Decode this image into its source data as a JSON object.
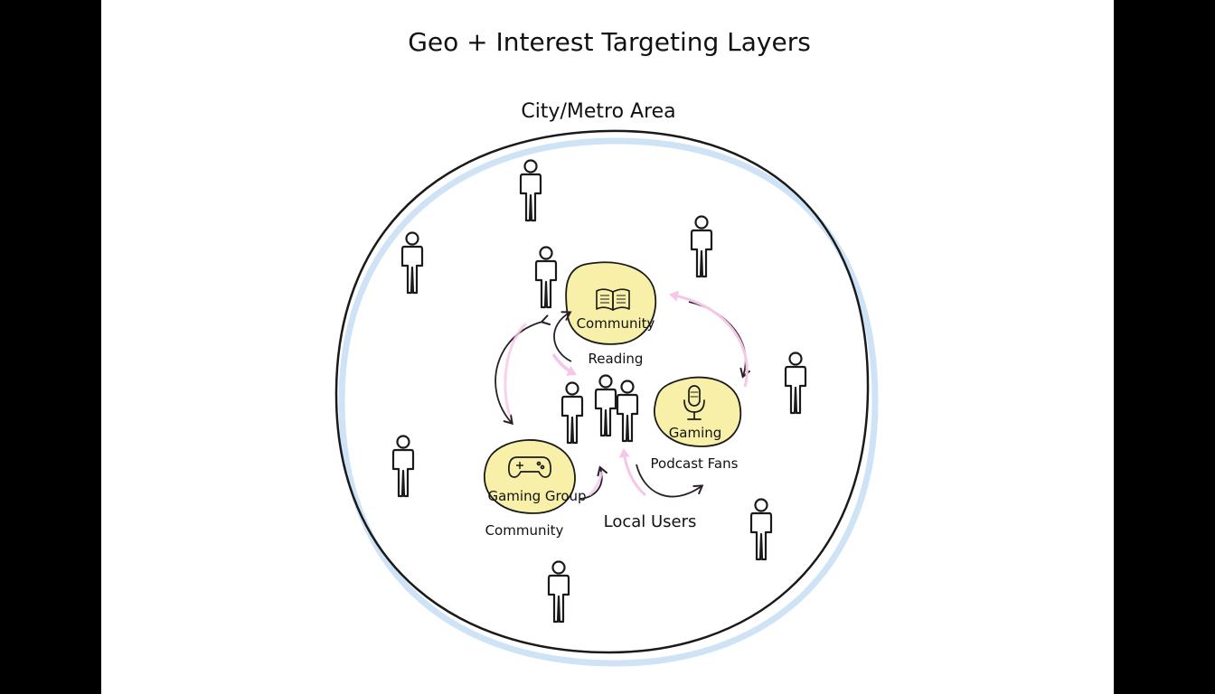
{
  "title": "Geo + Interest Targeting Layers",
  "area_label": "City/Metro Area",
  "clusters": {
    "reading": {
      "badge": "Community",
      "caption": "Reading",
      "icon": "book-icon"
    },
    "gaming": {
      "badge": "Gaming",
      "caption": "Podcast Fans",
      "icon": "microphone-icon"
    },
    "gaming_group": {
      "badge": "Gaming Group",
      "caption": "Community",
      "icon": "gamepad-icon"
    }
  },
  "center_label": "Local Users",
  "colors": {
    "blob_fill": "#f8f0a8",
    "circle_shadow": "#cfe3f7",
    "circle_stroke": "#1a1a1a",
    "arrow_dark": "#2a1e2a",
    "arrow_pink": "#f6c6e6"
  }
}
